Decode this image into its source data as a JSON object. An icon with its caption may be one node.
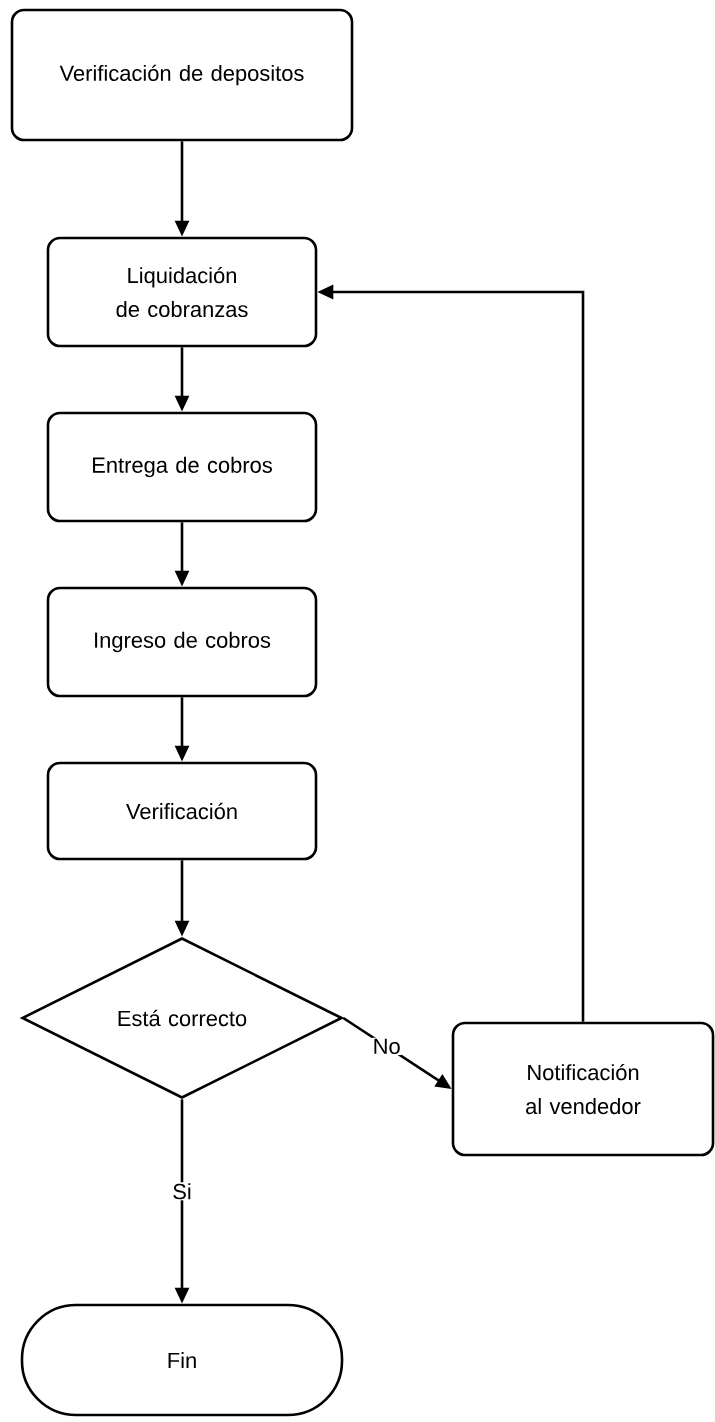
{
  "diagram": {
    "nodes": [
      {
        "text": [
          "Verificación de depositos"
        ]
      },
      {
        "text": [
          "Liquidación de cobranzas"
        ]
      },
      {
        "text": [
          "Entrega de cobros"
        ]
      },
      {
        "text": [
          "Ingreso de cobros"
        ]
      },
      {
        "text": [
          "Verificación"
        ]
      },
      {
        "text": [
          "Está correcto"
        ]
      },
      {
        "text": [
          "Notificación al vendedor"
        ]
      },
      {
        "text": [
          "Fin"
        ]
      }
    ],
    "edges": [
      {
        "from": 0,
        "to": 1,
        "arrow": "to"
      },
      {
        "from": 1,
        "to": 2,
        "arrow": "to"
      },
      {
        "from": 2,
        "to": 3,
        "arrow": "to"
      },
      {
        "from": 3,
        "to": 4,
        "arrow": "to"
      },
      {
        "from": 4,
        "to": 5,
        "arrow": "to"
      },
      {
        "from": 5,
        "to": 6,
        "arrow": "to",
        "label": "No"
      },
      {
        "from": 6,
        "to": 1,
        "arrow": "to"
      },
      {
        "from": 5,
        "to": 7,
        "arrow": "to",
        "label": "Si"
      }
    ]
  }
}
